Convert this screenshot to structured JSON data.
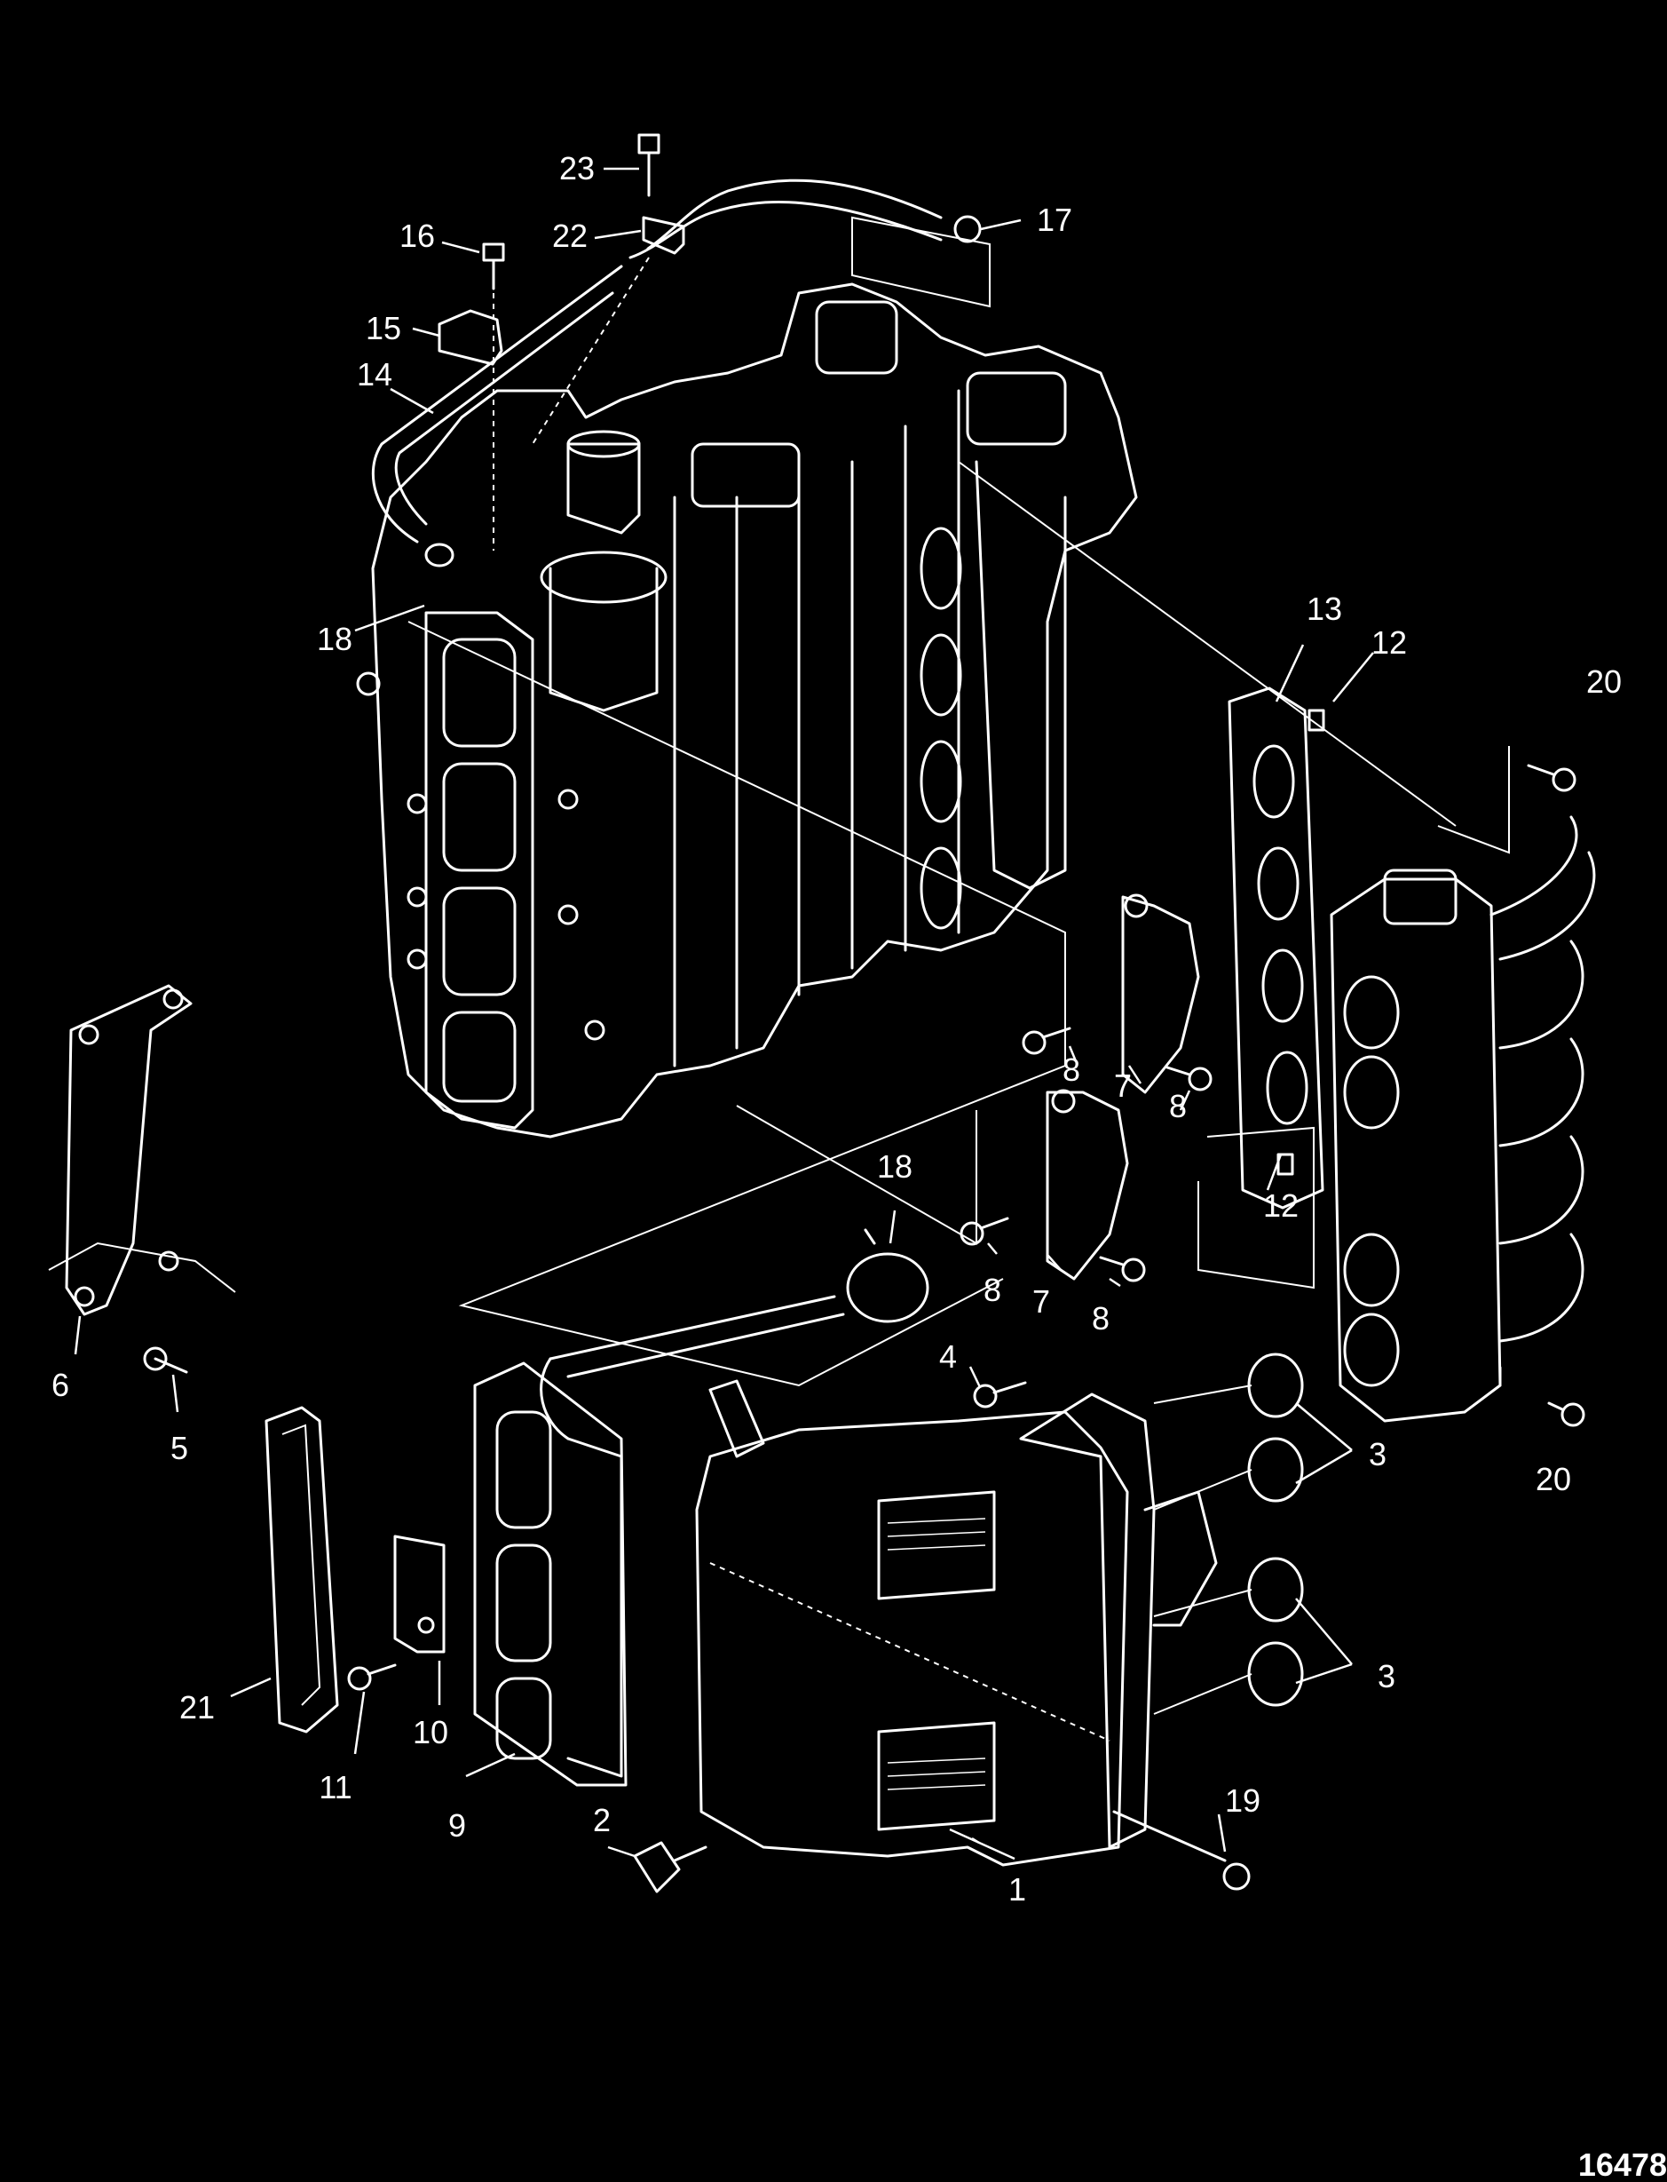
{
  "figure_id": "16478",
  "colors": {
    "background": "#000000",
    "line": "#ffffff"
  },
  "callouts": [
    "1",
    "2",
    "3",
    "3",
    "4",
    "5",
    "6",
    "7",
    "7",
    "8",
    "8",
    "8",
    "8",
    "9",
    "10",
    "11",
    "12",
    "12",
    "13",
    "14",
    "15",
    "16",
    "17",
    "18",
    "18",
    "19",
    "20",
    "20",
    "21",
    "22",
    "23"
  ]
}
